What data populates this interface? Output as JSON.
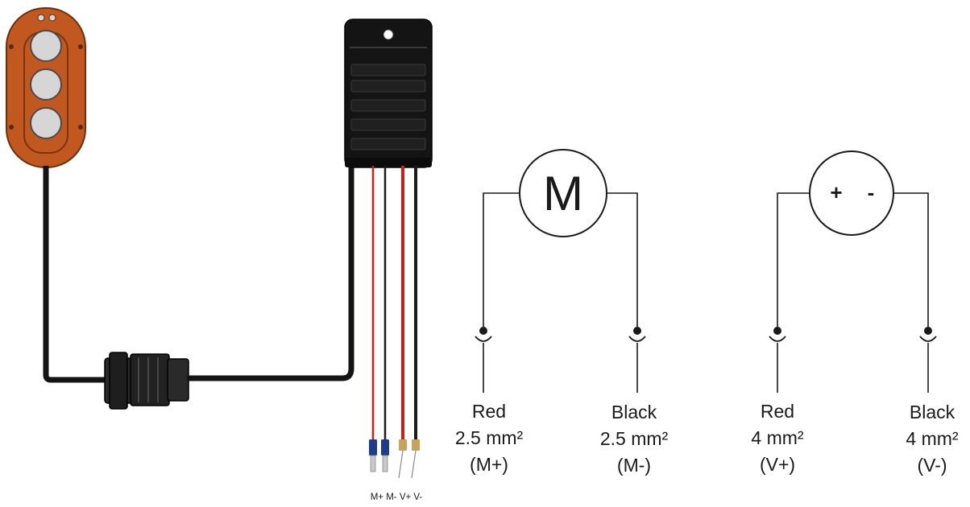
{
  "motor_symbol": "M",
  "battery_symbol": {
    "plus": "+",
    "minus": "-"
  },
  "pin_labels": "M+ M- V+ V-",
  "terminals": [
    {
      "color": "Red",
      "size": "2.5 mm²",
      "role": "(M+)"
    },
    {
      "color": "Black",
      "size": "2.5 mm²",
      "role": "(M-)"
    },
    {
      "color": "Red",
      "size": "4 mm²",
      "role": "(V+)"
    },
    {
      "color": "Black",
      "size": "4 mm²",
      "role": "(V-)"
    }
  ],
  "colors": {
    "remote_body": "#c1581f",
    "remote_button": "#d6d6d6",
    "controller_body": "#141414",
    "wire_red": "#c8201b",
    "wire_black": "#1b1b1b",
    "terminal_blue": "#1d3d8a",
    "terminal_brass": "#c8a45a"
  }
}
